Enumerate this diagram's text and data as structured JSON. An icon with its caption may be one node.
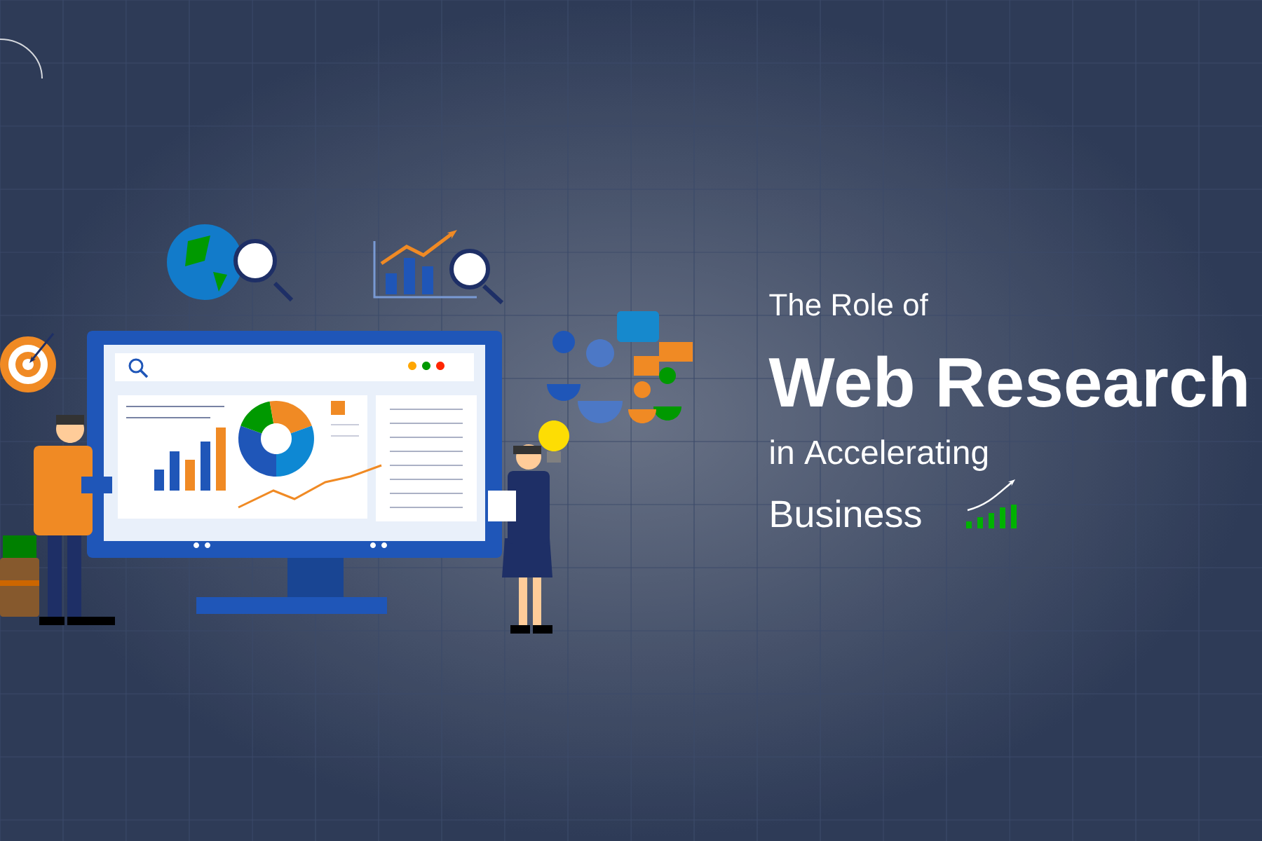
{
  "diagram": {
    "labels": [
      "The Role of",
      "Web Research",
      "in Accelerating",
      "Business"
    ]
  }
}
